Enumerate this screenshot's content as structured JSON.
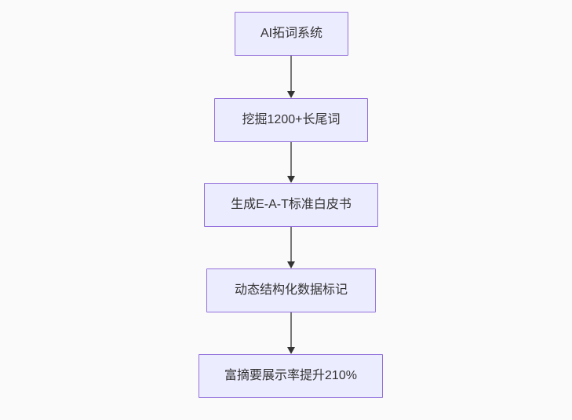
{
  "diagram": {
    "type": "flowchart",
    "direction": "top-down",
    "nodes": [
      {
        "id": "A",
        "label": "AI拓词系统"
      },
      {
        "id": "B",
        "label": "挖掘1200+长尾词"
      },
      {
        "id": "C",
        "label": "生成E-A-T标准白皮书"
      },
      {
        "id": "D",
        "label": "动态结构化数据标记"
      },
      {
        "id": "E",
        "label": "富摘要展示率提升210%"
      }
    ],
    "edges": [
      {
        "from": "A",
        "to": "B",
        "arrow": "down"
      },
      {
        "from": "B",
        "to": "C",
        "arrow": "down"
      },
      {
        "from": "C",
        "to": "D",
        "arrow": "down"
      },
      {
        "from": "D",
        "to": "E",
        "arrow": "down"
      }
    ],
    "colors": {
      "background": "#FAFAFA",
      "node_fill": "#ECECFF",
      "node_border": "#9370DB",
      "edge_line": "#777777",
      "arrowhead": "#333333",
      "text": "#333333"
    }
  }
}
